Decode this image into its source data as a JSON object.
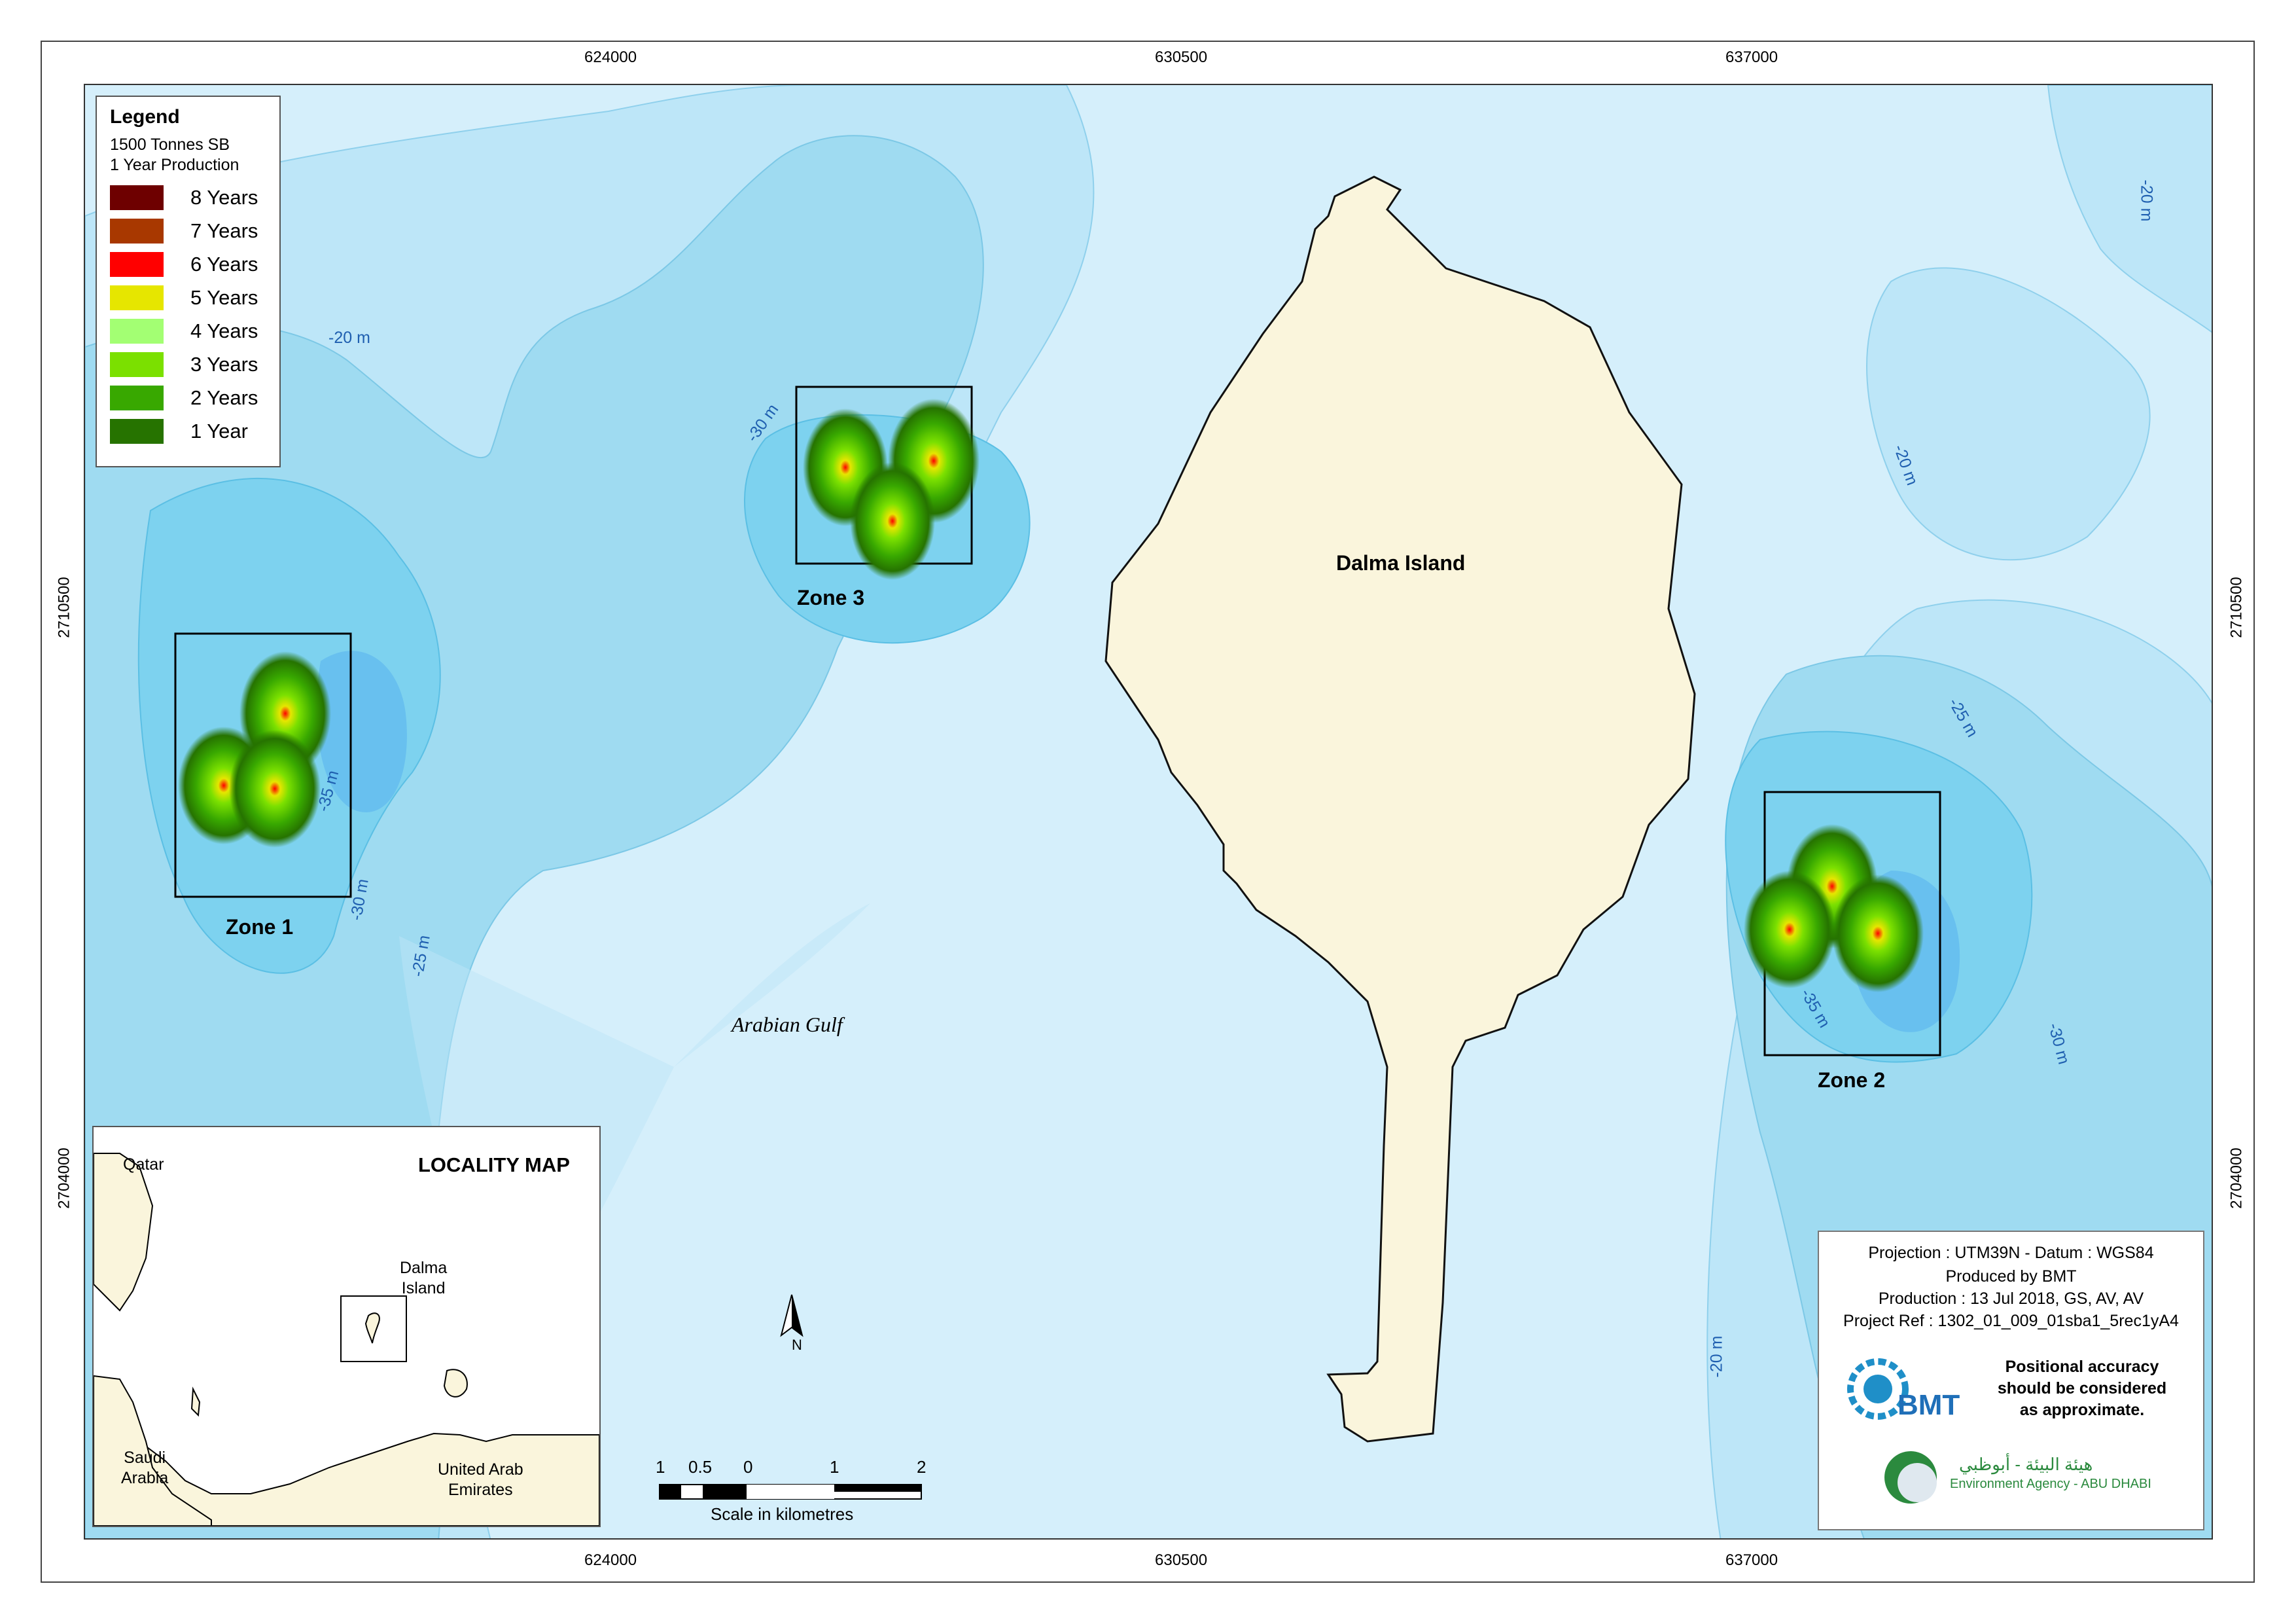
{
  "axes": {
    "x_ticks": [
      "624000",
      "630500",
      "637000"
    ],
    "y_ticks": [
      "2710500",
      "2704000"
    ]
  },
  "legend": {
    "title": "Legend",
    "subtitle_line1": "1500 Tonnes SB",
    "subtitle_line2": "1 Year Production",
    "items": [
      {
        "label": "8 Years",
        "color": "#6e0000"
      },
      {
        "label": "7 Years",
        "color": "#a83800"
      },
      {
        "label": "6 Years",
        "color": "#ff0000"
      },
      {
        "label": "5 Years",
        "color": "#e6e600"
      },
      {
        "label": "4 Years",
        "color": "#a3ff73"
      },
      {
        "label": "3 Years",
        "color": "#7be000"
      },
      {
        "label": "2 Years",
        "color": "#38a800"
      },
      {
        "label": "1 Year",
        "color": "#267300"
      }
    ]
  },
  "zones": {
    "zone1": "Zone 1",
    "zone2": "Zone 2",
    "zone3": "Zone 3"
  },
  "contours": {
    "c20_a": "-20 m",
    "c20_b": "-20 m",
    "c20_c": "-20 m",
    "c20_d": "-20 m",
    "c25_a": "-25 m",
    "c25_b": "-25 m",
    "c30_a": "-30 m",
    "c30_b": "-30 m",
    "c30_c": "-30 m",
    "c35_a": "-35 m",
    "c35_b": "-35 m"
  },
  "places": {
    "island": "Dalma Island",
    "gulf": "Arabian Gulf"
  },
  "inset": {
    "title": "LOCALITY MAP",
    "qatar": "Qatar",
    "dalma_line1": "Dalma",
    "dalma_line2": "Island",
    "saudi_line1": "Saudi",
    "saudi_line2": "Arabia",
    "uae_line1": "United Arab",
    "uae_line2": "Emirates"
  },
  "scale": {
    "n1": "1",
    "n05": "0.5",
    "n0": "0",
    "n1b": "1",
    "n2": "2",
    "title": "Scale in kilometres"
  },
  "north": "N",
  "info": {
    "projection": "Projection : UTM39N    -    Datum : WGS84",
    "produced": "Produced by BMT",
    "production": "Production : 13 Jul 2018, GS, AV, AV",
    "ref": "Project Ref : 1302_01_009_01sba1_5rec1yA4",
    "accuracy_line1": "Positional accuracy",
    "accuracy_line2": "should be considered",
    "accuracy_line3": "as approximate.",
    "bmt": "BMT",
    "agency_en": "Environment Agency - ABU DHABI",
    "agency_ar": "هيئة البيئة - أبوظبي"
  }
}
